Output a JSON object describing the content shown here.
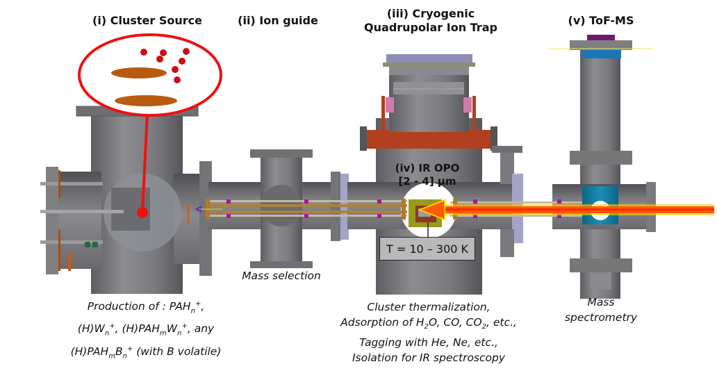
{
  "sections": {
    "cluster_source": {
      "title": "(i) Cluster Source"
    },
    "ion_guide": {
      "title": "(ii) Ion guide",
      "caption": "Mass selection"
    },
    "ion_trap": {
      "title_line1": "(iii) Cryogenic",
      "title_line2": "Quadrupolar Ion Trap"
    },
    "ir_opo": {
      "line1": "(iv) IR OPO",
      "line2": "[2 - 4] µm"
    },
    "tof_ms": {
      "title": "(v) ToF-MS",
      "caption_line1": "Mass",
      "caption_line2": "spectrometry"
    }
  },
  "temperature_label": "T = 10 – 300 K",
  "captions": {
    "source": {
      "l1_a": "Production of : PAH",
      "l1_sub": "n",
      "l1_sup": "+",
      "l1_b": ",",
      "l2_a": "(H)W",
      "l2_sub1": "n",
      "l2_sup1": "+",
      "l2_b": ", (H)PAH",
      "l2_sub2": "m",
      "l2_c": "W",
      "l2_sub3": "n",
      "l2_sup3": "+",
      "l2_d": ", any",
      "l3_a": "(H)PAH",
      "l3_sub1": "m",
      "l3_b": "B",
      "l3_sub2": "n",
      "l3_sup": "+",
      "l3_c": " (with B volatile)"
    },
    "trap": {
      "l1": "Cluster thermalization,",
      "l2_a": "Adsorption of H",
      "l2_sub1": "2",
      "l2_b": "O, CO, CO",
      "l2_sub2": "2",
      "l2_c": ", etc.,",
      "l3": "Tagging with He, Ne, etc.,",
      "l4": "Isolation for IR spectroscopy"
    }
  },
  "colors": {
    "highlight_red": "#ee1111",
    "laser_orange": "#ff5a00",
    "laser_glow": "#ffd000",
    "chamber_gray": "#7d7d80",
    "tof_blue": "#137ea0",
    "copper": "#b5401f",
    "magenta": "#b0139c"
  }
}
